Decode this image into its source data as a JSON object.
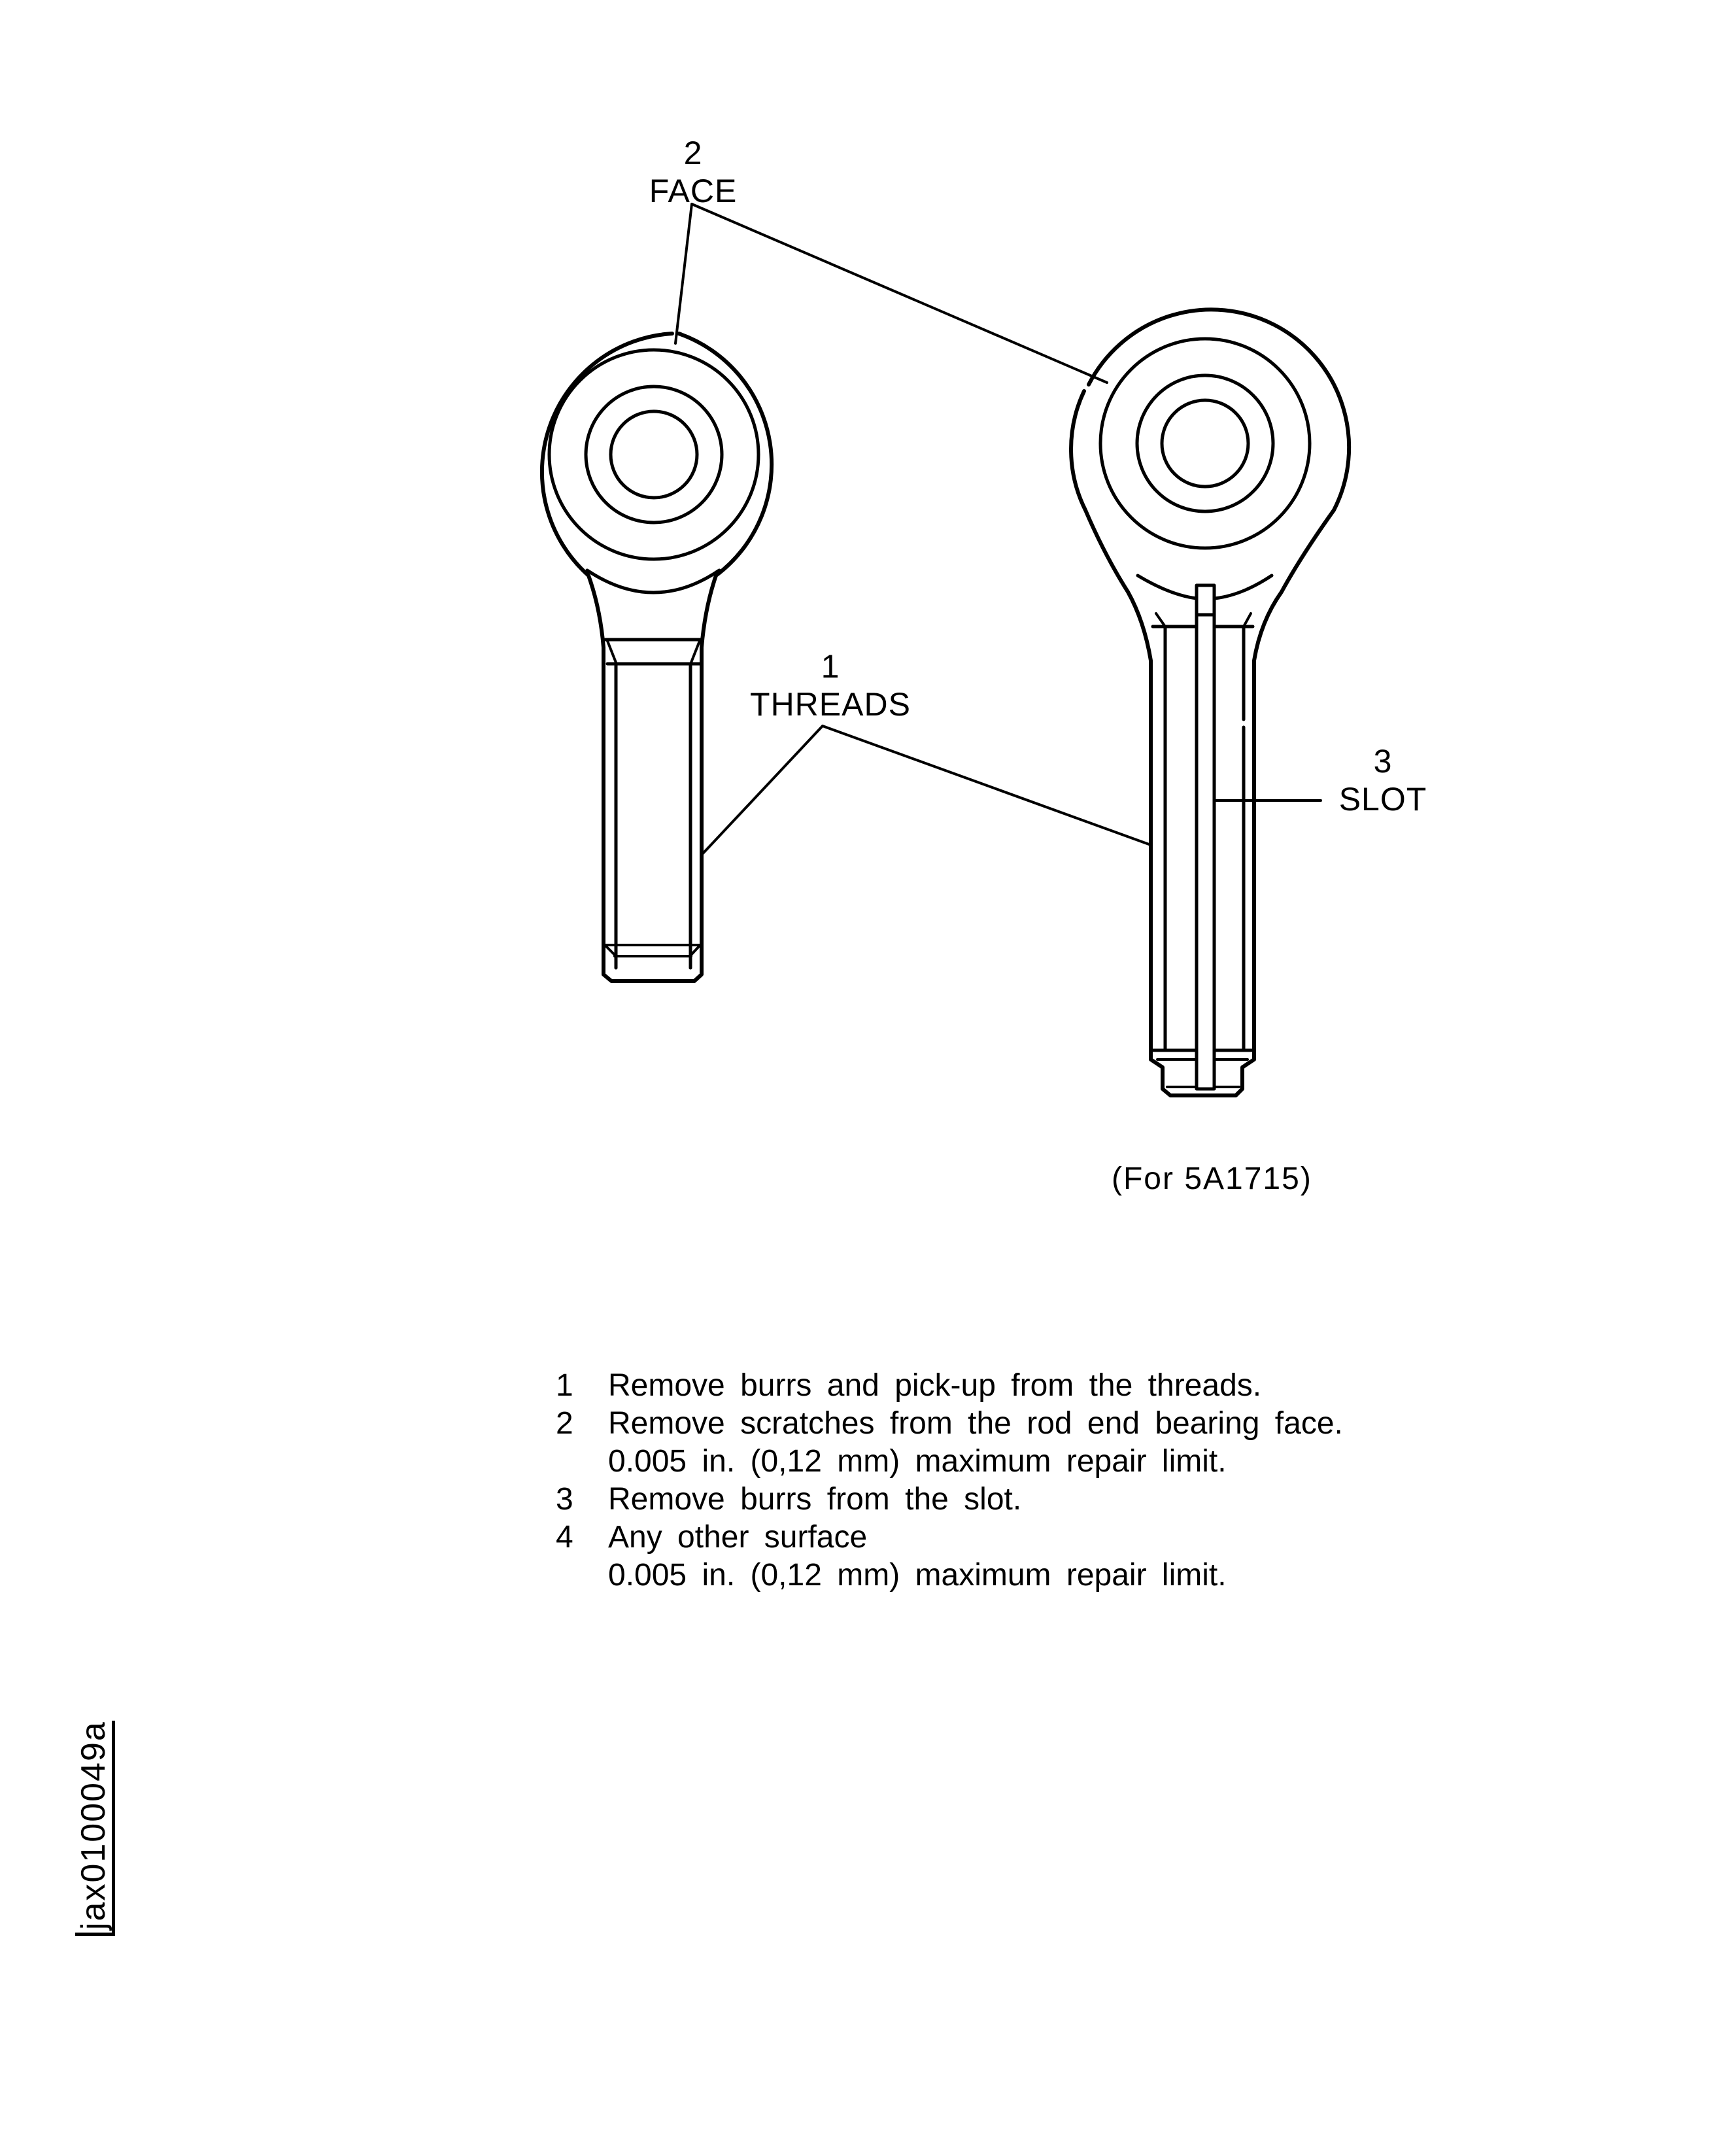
{
  "callouts": [
    {
      "number": "2",
      "label": "FACE"
    },
    {
      "number": "1",
      "label": "THREADS"
    },
    {
      "number": "3",
      "label": "SLOT"
    }
  ],
  "caption": "(For 5A1715)",
  "notes": [
    {
      "num": "1",
      "text": "Remove burrs and pick-up from the threads.",
      "sub": ""
    },
    {
      "num": "2",
      "text": "Remove scratches from the rod end bearing face.",
      "sub": "0.005 in. (0,12 mm) maximum repair limit."
    },
    {
      "num": "3",
      "text": "Remove burrs from the slot.",
      "sub": ""
    },
    {
      "num": "4",
      "text": "Any other surface",
      "sub": "0.005 in. (0,12 mm) maximum repair limit."
    }
  ],
  "figure_id": "jax0100049a",
  "colors": {
    "line": "#000000",
    "background": "#ffffff"
  }
}
